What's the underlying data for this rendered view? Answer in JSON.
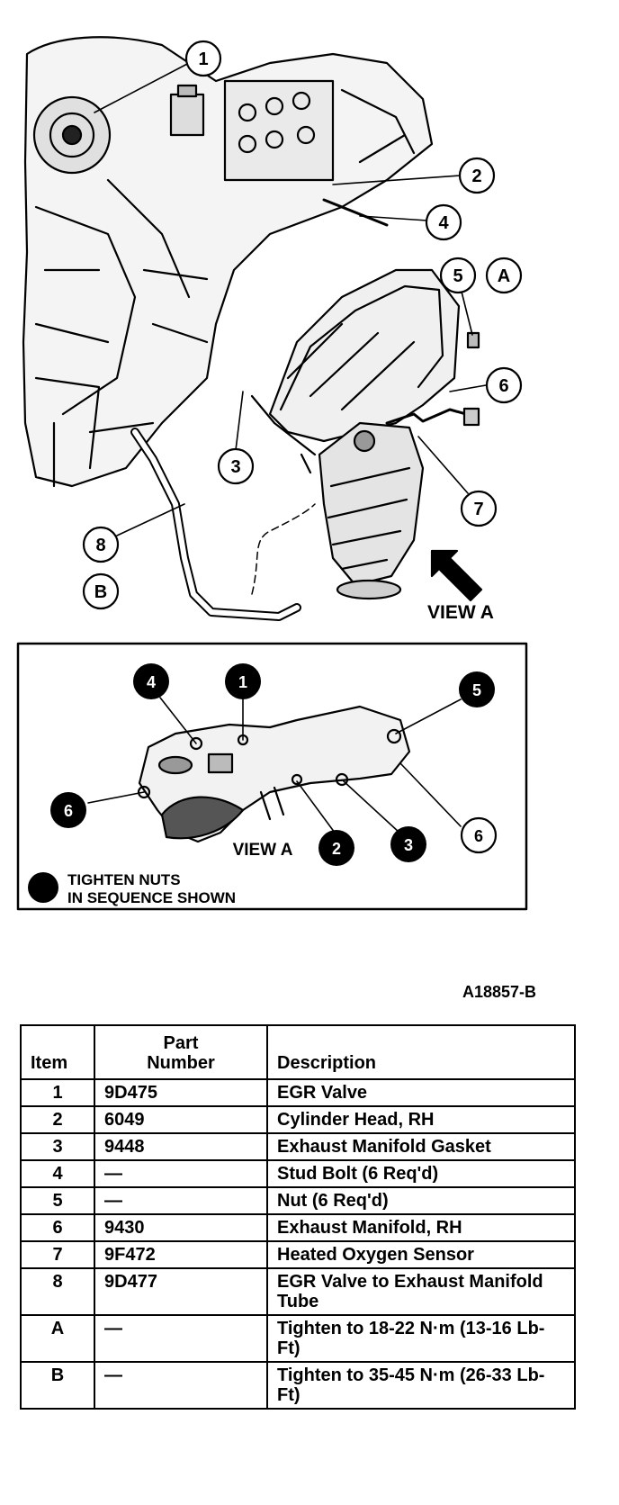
{
  "diagram": {
    "callouts": [
      "1",
      "2",
      "3",
      "4",
      "5",
      "6",
      "7",
      "8"
    ],
    "letters": [
      "A",
      "B"
    ],
    "view_label_top": "VIEW A",
    "view_label_inset": "VIEW A",
    "sequence_numbers": [
      "1",
      "2",
      "3",
      "4",
      "5",
      "6"
    ],
    "inset_part_callout": "6",
    "legend_line1": "TIGHTEN NUTS",
    "legend_line2": "IN SEQUENCE SHOWN",
    "figure_code": "A18857-B"
  },
  "table": {
    "headers": {
      "item": "Item",
      "part_line1": "Part",
      "part_line2": "Number",
      "description": "Description"
    },
    "rows": [
      {
        "item": "1",
        "part": "9D475",
        "desc": "EGR Valve"
      },
      {
        "item": "2",
        "part": "6049",
        "desc": "Cylinder Head, RH"
      },
      {
        "item": "3",
        "part": "9448",
        "desc": "Exhaust Manifold Gasket"
      },
      {
        "item": "4",
        "part": "—",
        "desc": "Stud Bolt (6 Req'd)"
      },
      {
        "item": "5",
        "part": "—",
        "desc": "Nut (6 Req'd)"
      },
      {
        "item": "6",
        "part": "9430",
        "desc": "Exhaust Manifold, RH"
      },
      {
        "item": "7",
        "part": "9F472",
        "desc": "Heated Oxygen Sensor"
      },
      {
        "item": "8",
        "part": "9D477",
        "desc": "EGR Valve to Exhaust Manifold Tube"
      },
      {
        "item": "A",
        "part": "—",
        "desc": "Tighten to 18-22 N·m (13-16 Lb-Ft)"
      },
      {
        "item": "B",
        "part": "—",
        "desc": "Tighten to 35-45 N·m (26-33 Lb-Ft)"
      }
    ]
  }
}
